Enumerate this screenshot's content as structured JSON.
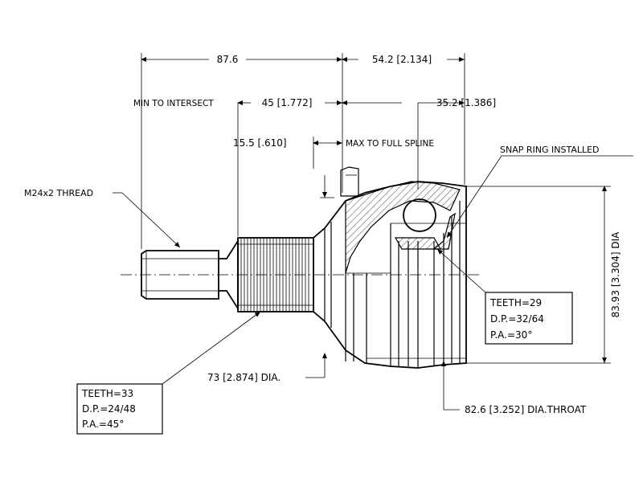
{
  "dimensions": {
    "d876": "87.6",
    "d542": "54.2 [2.134]",
    "min_intersect": "MIN TO INTERSECT",
    "d45": "45 [1.772]",
    "d352": "35.2 [1.386]",
    "d155": "15.5 [.610]",
    "max_spline": "MAX TO FULL SPLINE",
    "d73": "73 [2.874] DIA.",
    "d8393": "83.93 [3.304] DIA",
    "d826": "82.6 [3.252] DIA.THROAT"
  },
  "callouts": {
    "thread": "M24x2 THREAD",
    "snap_ring": "SNAP RING INSTALLED"
  },
  "spec_outer": {
    "teeth": "TEETH=33",
    "dp": "D.P.=24/48",
    "pa": "P.A.=45°"
  },
  "spec_inner": {
    "teeth": "TEETH=29",
    "dp": "D.P.=32/64",
    "pa": "P.A.=30°"
  }
}
